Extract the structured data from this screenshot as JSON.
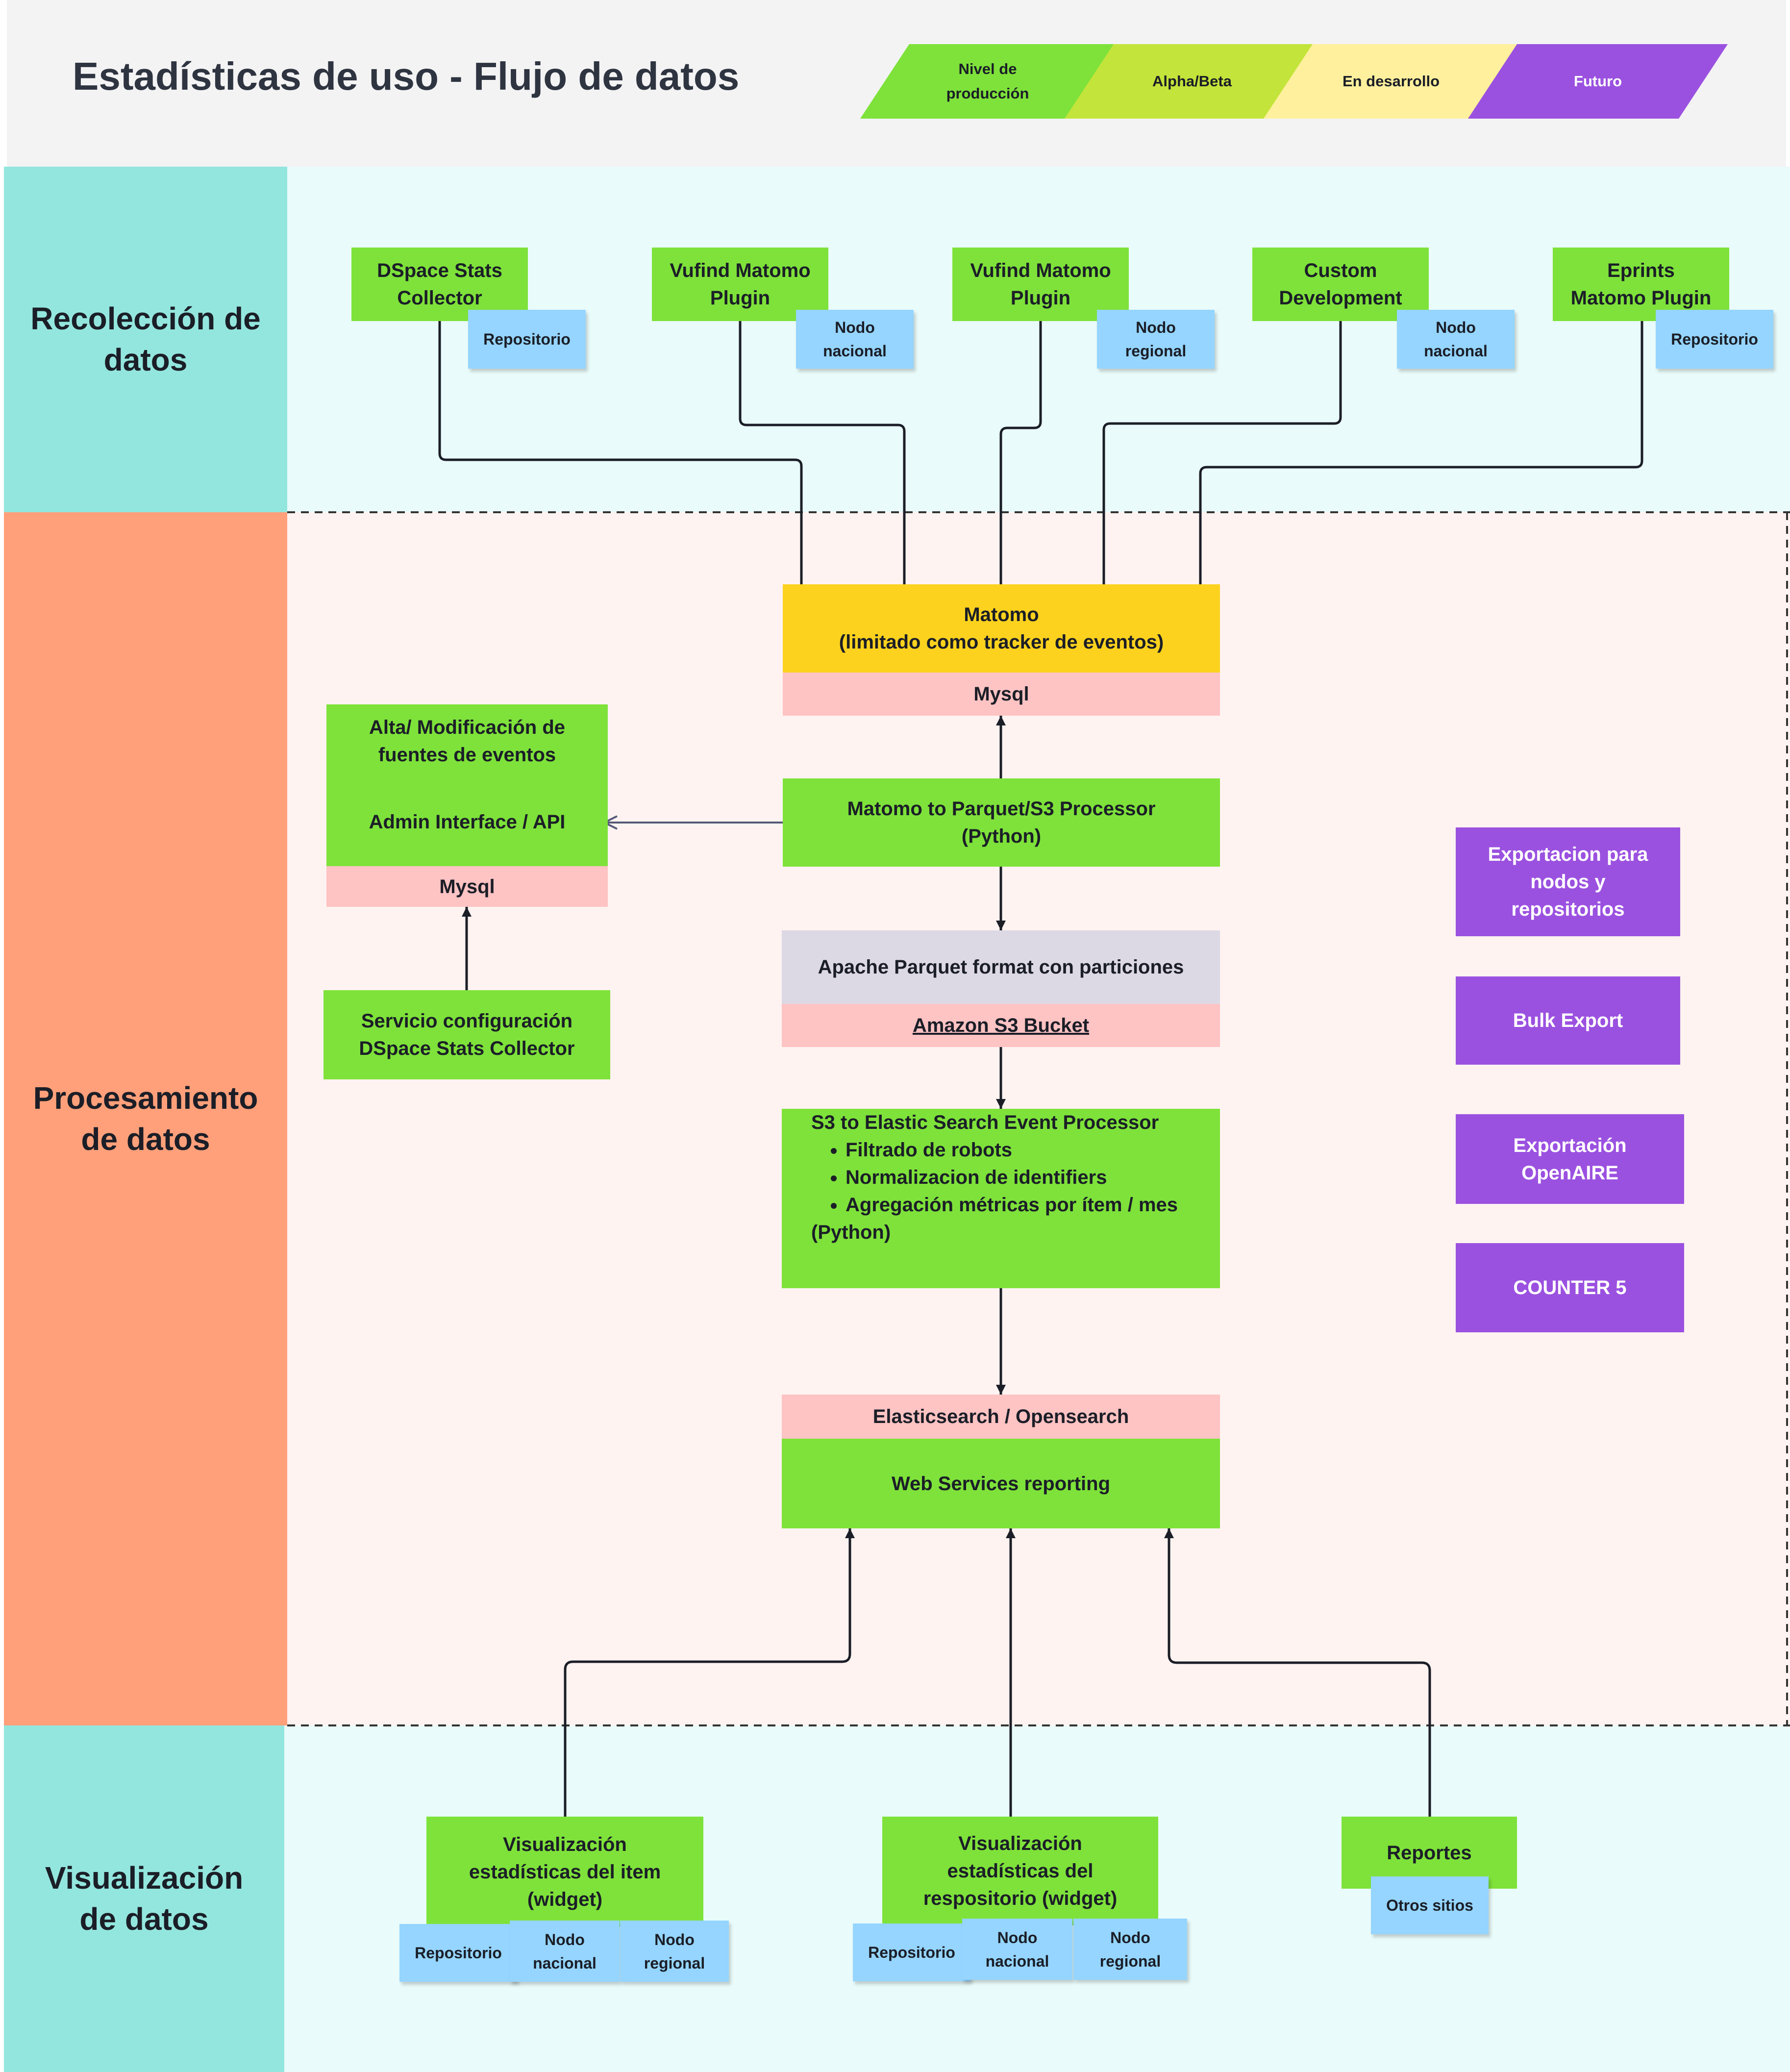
{
  "title": "Estadísticas de uso - Flujo de datos",
  "legend": [
    {
      "label": "Nivel de\nproducción",
      "color": "#7ee23a"
    },
    {
      "label": "Alpha/Beta",
      "color": "#c3e43a"
    },
    {
      "label": "En desarrollo",
      "color": "#fff09d"
    },
    {
      "label": "Futuro",
      "color": "#9b51e0"
    }
  ],
  "bands": {
    "collection": "Recolección de\ndatos",
    "processing": "Procesamiento\nde datos",
    "visualization": "Visualización\nde datos"
  },
  "colors": {
    "collection_band": "#93e6de",
    "processing_band": "#ffa07a",
    "band_fill_light": "#e9fbfa",
    "band_fill_pink": "#fff3f1",
    "production": "#7ee23a",
    "future": "#9b51e0",
    "database": "#fec3c3",
    "event_tracker": "#fcd21e",
    "sticky": "#95d5ff"
  },
  "sources": [
    {
      "label": "DSpace Stats\nCollector",
      "tag": "Repositorio"
    },
    {
      "label": "Vufind Matomo\nPlugin",
      "tag": "Nodo\nnacional"
    },
    {
      "label": "Vufind Matomo\nPlugin",
      "tag": "Nodo\nregional"
    },
    {
      "label": "Custom\nDevelopment",
      "tag": "Nodo\nnacional"
    },
    {
      "label": "Eprints\nMatomo Plugin",
      "tag": "Repositorio"
    }
  ],
  "processing": {
    "matomo": "Matomo\n(limitado como tracker de eventos)",
    "matomo_db": "Mysql",
    "admin_top": "Alta/ Modificación  de\nfuentes de eventos",
    "admin_api": "Admin Interface / API",
    "admin_db": "Mysql",
    "config_service": "Servicio configuración\nDSpace Stats Collector",
    "parquet_processor": "Matomo to Parquet/S3 Processor\n(Python)",
    "parquet_format": "Apache Parquet format con particiones",
    "s3_bucket": "Amazon S3 Bucket",
    "es_processor_title": "S3 to Elastic Search Event Processor",
    "es_processor_items": [
      "Filtrado de robots",
      "Normalizacion de identifiers",
      "Agregación métricas por ítem / mes"
    ],
    "es_processor_footer": "(Python)",
    "elasticsearch": "Elasticsearch / Opensearch",
    "web_services": "Web Services reporting"
  },
  "future": [
    "Exportacion para\nnodos y\nrepositorios",
    "Bulk Export",
    "Exportación\nOpenAIRE",
    "COUNTER 5"
  ],
  "visualization": {
    "item_widget": "Visualización\nestadísticas del item\n(widget)",
    "item_widget_tags": [
      "Repositorio",
      "Nodo\nnacional",
      "Nodo\nregional"
    ],
    "repo_widget": "Visualización\nestadísticas del\nrespositorio (widget)",
    "repo_widget_tags": [
      "Repositorio",
      "Nodo\nnacional",
      "Nodo\nregional"
    ],
    "reports": "Reportes",
    "reports_tag": "Otros sitios"
  }
}
